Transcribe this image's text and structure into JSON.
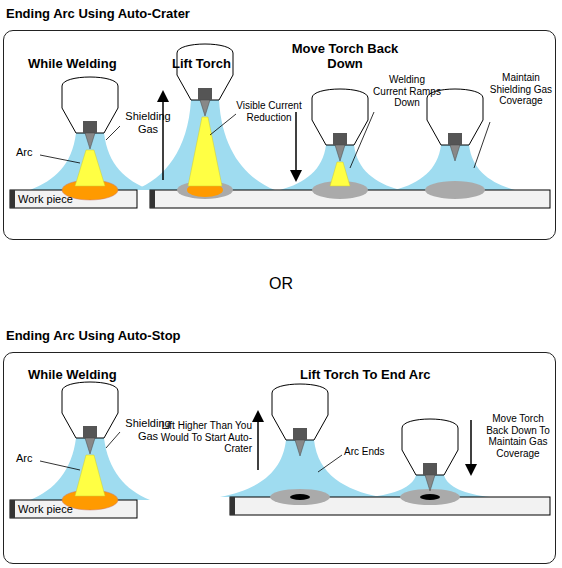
{
  "diagram": {
    "nodes": [
      {
        "text": [
          "Ending Arc Using Auto-Crater"
        ]
      },
      {
        "text": [
          "Ending Arc Using Auto-Stop"
        ]
      }
    ],
    "labels": [
      "While Welding",
      "Lift Torch",
      "Move Torch Back Down",
      "Arc",
      "Shielding Gas",
      "Visible Current Reduction",
      "Welding Current Ramps Down",
      "Maintain Shielding Gas Coverage",
      "Work piece",
      "OR",
      "While Welding",
      "Arc",
      "Shielding Gas",
      "Work piece",
      "Lift Torch To End Arc",
      "Lift Higher Than You Would To Start Auto-Crater",
      "Arc Ends",
      "Move Torch Back Down To Maintain Gas Coverage"
    ]
  }
}
